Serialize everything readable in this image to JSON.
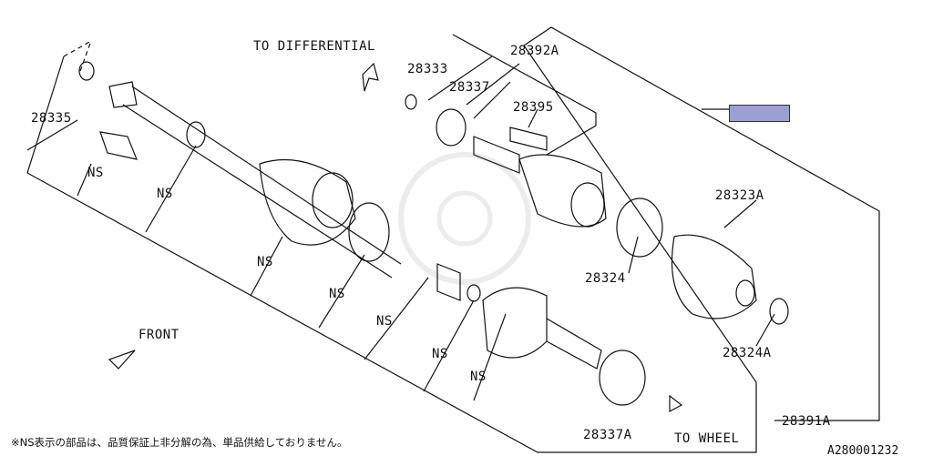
{
  "labels": {
    "to_differential": "TO DIFFERENTIAL",
    "to_wheel": "TO WHEEL",
    "front": "FRONT",
    "ns": "NS"
  },
  "parts": {
    "p28392A": "28392A",
    "p28333": "28333",
    "p28337": "28337",
    "p28395": "28395",
    "p28335": "28335",
    "p28323A": "28323A",
    "p28324": "28324",
    "p28324A": "28324A",
    "p28391A": "28391A",
    "p28337A": "28337A"
  },
  "footnote": "※NS表示の部品は、品質保証上非分解の為、単品供給しておりません。",
  "diagram_code": "A280001232",
  "highlight_color": "#9e9ed6"
}
